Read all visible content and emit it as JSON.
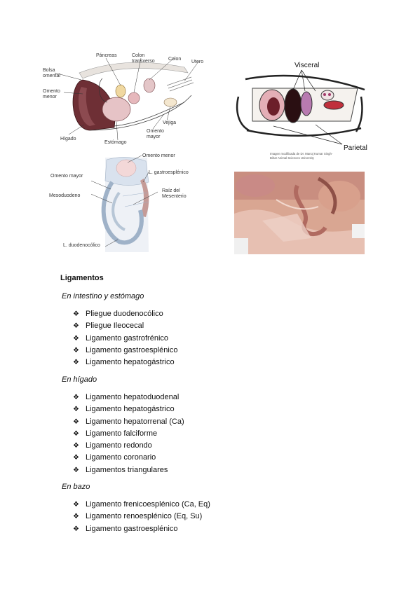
{
  "figure1": {
    "labels": {
      "pancreas": "Páncreas",
      "colon_transverso": "Colon\ntransverso",
      "colon": "Colon",
      "utero": "Utero",
      "bolsa_omental": "Bolsa\nomental",
      "omento_menor": "Omento\nmenor",
      "higado": "Hígado",
      "estomago": "Estómago",
      "omento_mayor": "Omento\nmayor",
      "vejiga": "Vejiga"
    }
  },
  "figure2": {
    "visceral": "Visceral",
    "parietal": "Parietal",
    "credit": "Imagen modificada de Dr. Manoj Kumar Singh- Bihar Animal Sciences University"
  },
  "figure3": {
    "labels": {
      "omento_menor": "Omento menor",
      "l_gastroesplenico": "L. gastroesplénico",
      "omento_mayor": "Omento mayor",
      "mesoduodeno": "Mesoduodeno",
      "raiz_mesenterio": "Raíz del\nMesenterio",
      "l_duodenocolico": "L. duodenocólico"
    }
  },
  "heading": "Ligamentos",
  "bullet_glyph": "❖",
  "sections": [
    {
      "title": "En intestino y estómago",
      "items": [
        "Pliegue duodenocólico",
        "Pliegue Ileocecal",
        "Ligamento gastrofrénico",
        "Ligamento gastroesplénico",
        "Ligamento hepatogástrico"
      ]
    },
    {
      "title": "En hígado",
      "items": [
        "Ligamento hepatoduodenal",
        "Ligamento hepatogástrico",
        "Ligamento hepatorrenal (Ca)",
        "Ligamento falciforme",
        "Ligamento redondo",
        "Ligamento coronario",
        "Ligamentos triangulares"
      ]
    },
    {
      "title": "En bazo",
      "items": [
        "Ligamento frenicoesplénico (Ca, Eq)",
        "Ligamento renoesplénico (Eq, Su)",
        "Ligamento gastroesplénico"
      ]
    }
  ]
}
